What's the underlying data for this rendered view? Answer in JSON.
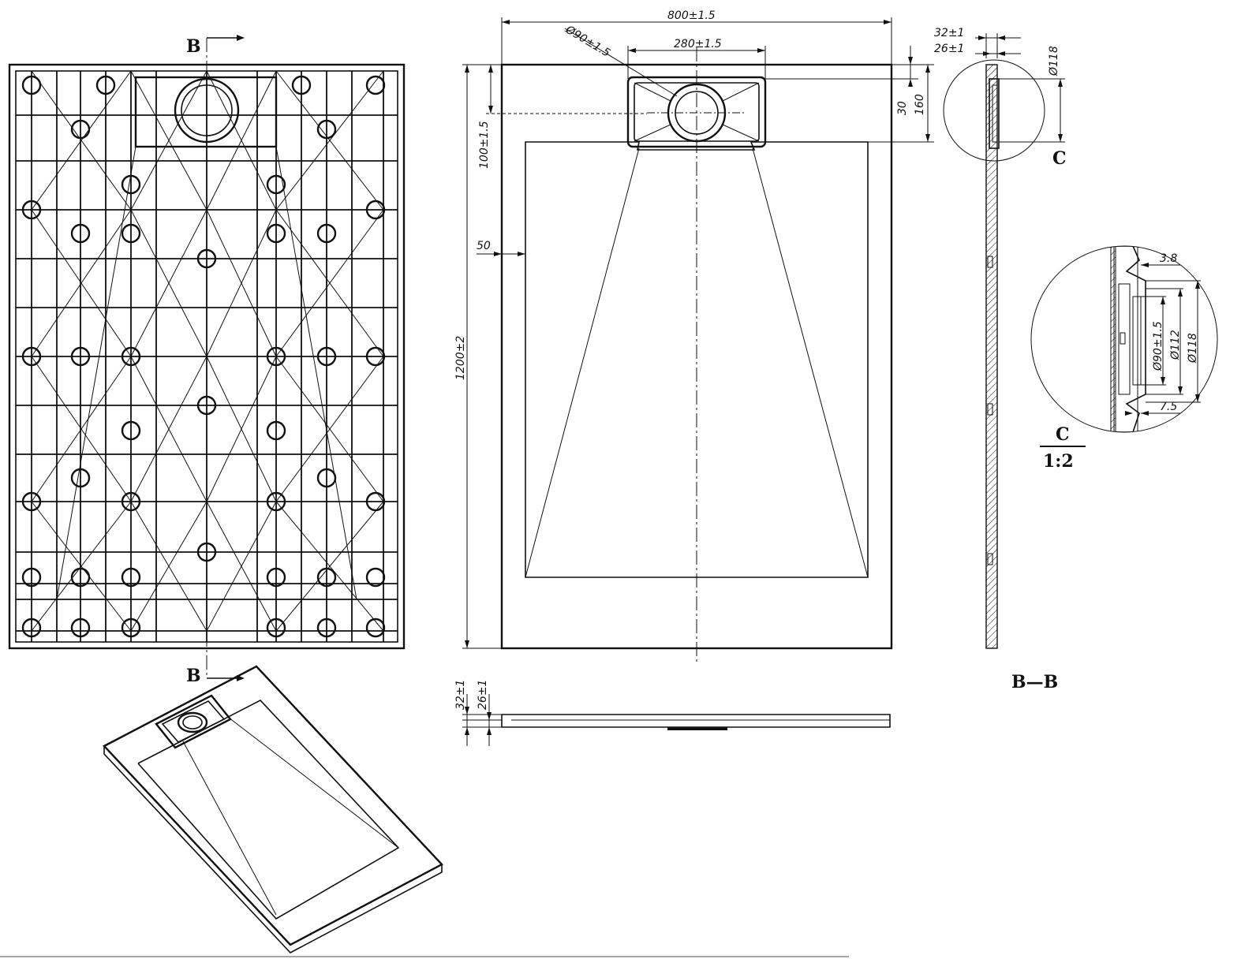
{
  "section_marks": {
    "top": "B",
    "bottom": "B",
    "section_title": "B—B"
  },
  "plan": {
    "width_dim": "800±1.5",
    "drain_width_dim": "280±1.5",
    "drain_diameter_dim": "Ø90±1.5",
    "height_dim": "1200±2",
    "drain_offset_dim": "100±1.5",
    "border_dim": "50",
    "dim_30": "30",
    "dim_160": "160"
  },
  "side": {
    "thickness_total": "32±1",
    "thickness_body": "26±1"
  },
  "section": {
    "thickness_total": "32±1",
    "thickness_body": "26±1",
    "outer_diameter": "Ø118",
    "detail_label": "C"
  },
  "detail": {
    "dim_3_8": "3.8",
    "dim_7_5": "7.5",
    "d_90": "Ø90±1.5",
    "d_112": "Ø112",
    "d_118": "Ø118",
    "title": "C",
    "scale": "1:2"
  },
  "colors": {
    "ink": "#111111",
    "background": "#ffffff"
  }
}
